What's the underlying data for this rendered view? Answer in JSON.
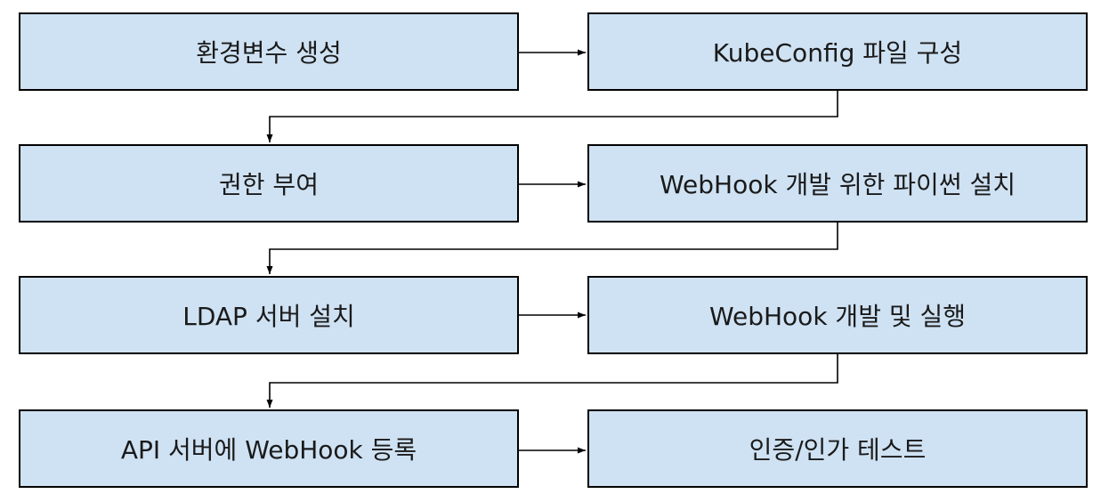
{
  "steps": [
    {
      "label": "환경변수 생성"
    },
    {
      "label": "KubeConfig 파일 구성"
    },
    {
      "label": "권한 부여"
    },
    {
      "label": "WebHook 개발 위한 파이썬 설치"
    },
    {
      "label": "LDAP 서버 설치"
    },
    {
      "label": "WebHook 개발 및 실행"
    },
    {
      "label": "API 서버에 WebHook 등록"
    },
    {
      "label": "인증/인가 테스트"
    }
  ],
  "colors": {
    "box_fill": "#cfe2f3",
    "box_border": "#000000",
    "connector": "#000000"
  }
}
